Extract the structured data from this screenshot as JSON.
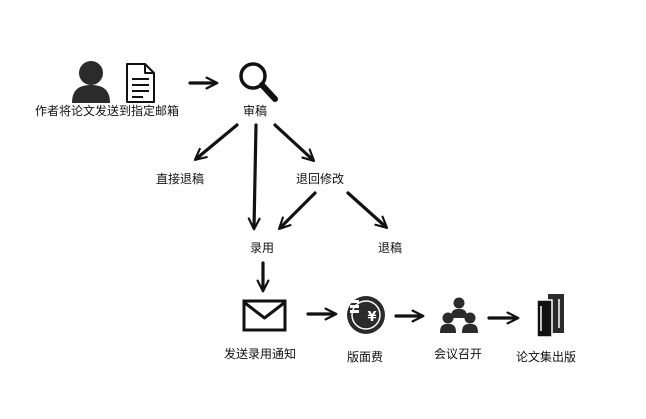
{
  "diagram": {
    "nodes": {
      "submit": {
        "label": "作者将论文发送到指定邮箱",
        "icons": [
          "person-icon",
          "document-icon"
        ]
      },
      "review": {
        "label": "审稿",
        "icon": "magnifier-icon"
      },
      "direct_reject": {
        "label": "直接退稿"
      },
      "revise": {
        "label": "退回修改"
      },
      "reject": {
        "label": "退稿"
      },
      "accept": {
        "label": "录用"
      },
      "notify": {
        "label": "发送录用通知",
        "icon": "envelope-icon"
      },
      "fee": {
        "label": "版面费",
        "icon": "yuan-coin-icon"
      },
      "conference": {
        "label": "会议召开",
        "icon": "people-group-icon"
      },
      "publish": {
        "label": "论文集出版",
        "icon": "books-icon"
      }
    },
    "edges": [
      [
        "submit",
        "review"
      ],
      [
        "review",
        "direct_reject"
      ],
      [
        "review",
        "accept"
      ],
      [
        "review",
        "revise"
      ],
      [
        "revise",
        "accept"
      ],
      [
        "revise",
        "reject"
      ],
      [
        "accept",
        "notify"
      ],
      [
        "notify",
        "fee"
      ],
      [
        "fee",
        "conference"
      ],
      [
        "conference",
        "publish"
      ]
    ],
    "colors": {
      "ink": "#111111",
      "paper": "#ffffff"
    }
  }
}
